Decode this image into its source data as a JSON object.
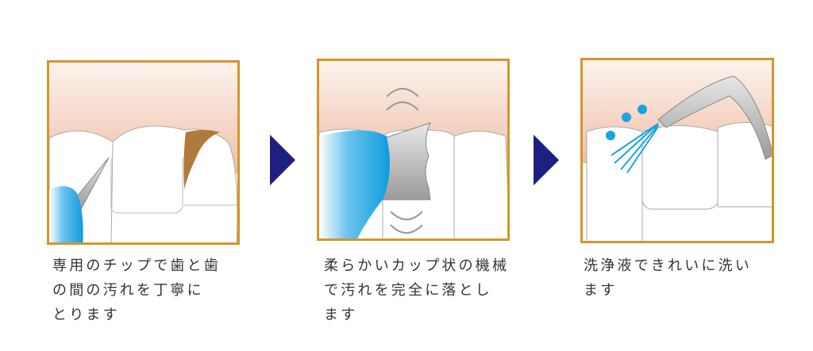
{
  "steps": [
    {
      "caption_lines": [
        "専用のチップで歯と歯",
        "の間の汚れを丁寧に",
        "とります"
      ]
    },
    {
      "caption_lines": [
        "柔らかいカップ状の機械",
        "で汚れを完全に落とし",
        "ます"
      ]
    },
    {
      "caption_lines": [
        "洗浄液できれいに洗い",
        "ます"
      ]
    }
  ],
  "colors": {
    "frame": "#D4952D",
    "arrow": "#1E2080",
    "gum": "#F2C9B4",
    "instrument_blue": "#1AA3E0",
    "stain": "#B07A3A"
  }
}
